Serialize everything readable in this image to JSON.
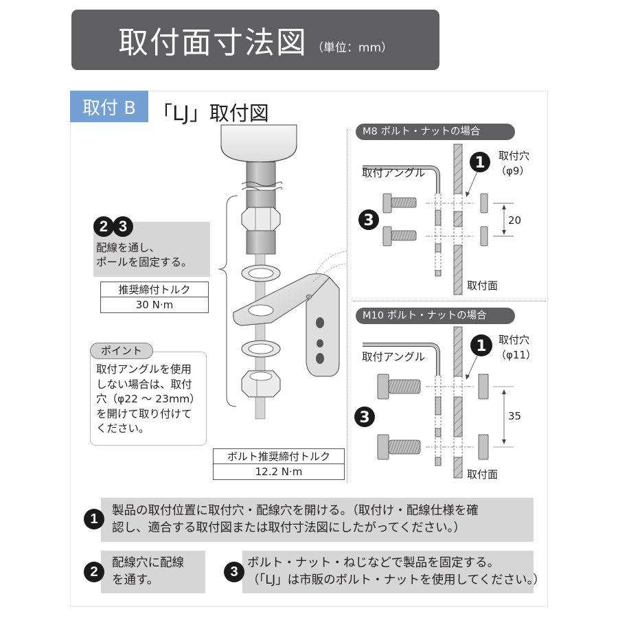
{
  "header": {
    "title": "取付面寸法図",
    "unit": "（単位：mm）",
    "bar_color": "#5f5f61"
  },
  "section": {
    "tag": "取付 B",
    "tag_color": "#74a0d3",
    "title": "「LJ」取付図"
  },
  "left_callouts": {
    "step_numbers": [
      "2",
      "3"
    ],
    "wiring_text_line1": "配線を通し、",
    "wiring_text_line2": "ポールを固定する。",
    "pole_torque": {
      "label": "推奨締付トルク",
      "value": "30 N·m"
    },
    "point": {
      "tag": "ポイント",
      "lines": [
        "取付アングルを使用",
        "しない場合は、取付",
        "穴（φ22 ～ 23mm）",
        "を開けて取り付けて",
        "ください。"
      ]
    },
    "bolt_torque": {
      "label": "ボルト推奨締付トルク",
      "value": "12.2 N·m"
    }
  },
  "detail_m8": {
    "title": "M8 ボルト・ナットの場合",
    "angle_label": "取付アングル",
    "hole_label": "取付穴",
    "hole_size": "（φ9）",
    "spacing": "20",
    "surface_label": "取付面",
    "hole_step": "1",
    "bolt_step": "3"
  },
  "detail_m10": {
    "title": "M10 ボルト・ナットの場合",
    "angle_label": "取付アングル",
    "hole_label": "取付穴",
    "hole_size": "（φ11）",
    "spacing": "35",
    "surface_label": "取付面",
    "hole_step": "1",
    "bolt_step": "3"
  },
  "steps": [
    {
      "number": "1",
      "line1": "製品の取付位置に取付穴・配線穴を開ける。（取付け・配線仕様を確",
      "line2": "認し、適合する取付図または取付寸法図にしたがってください。）"
    },
    {
      "number": "2",
      "line1": "配線穴に配線",
      "line2": "を通す。"
    },
    {
      "number": "3",
      "line1": "ボルト・ナット・ねじなどで製品を固定する。",
      "line2": "（「LJ」は市販のボルト・ナットを使用してください。）"
    }
  ]
}
